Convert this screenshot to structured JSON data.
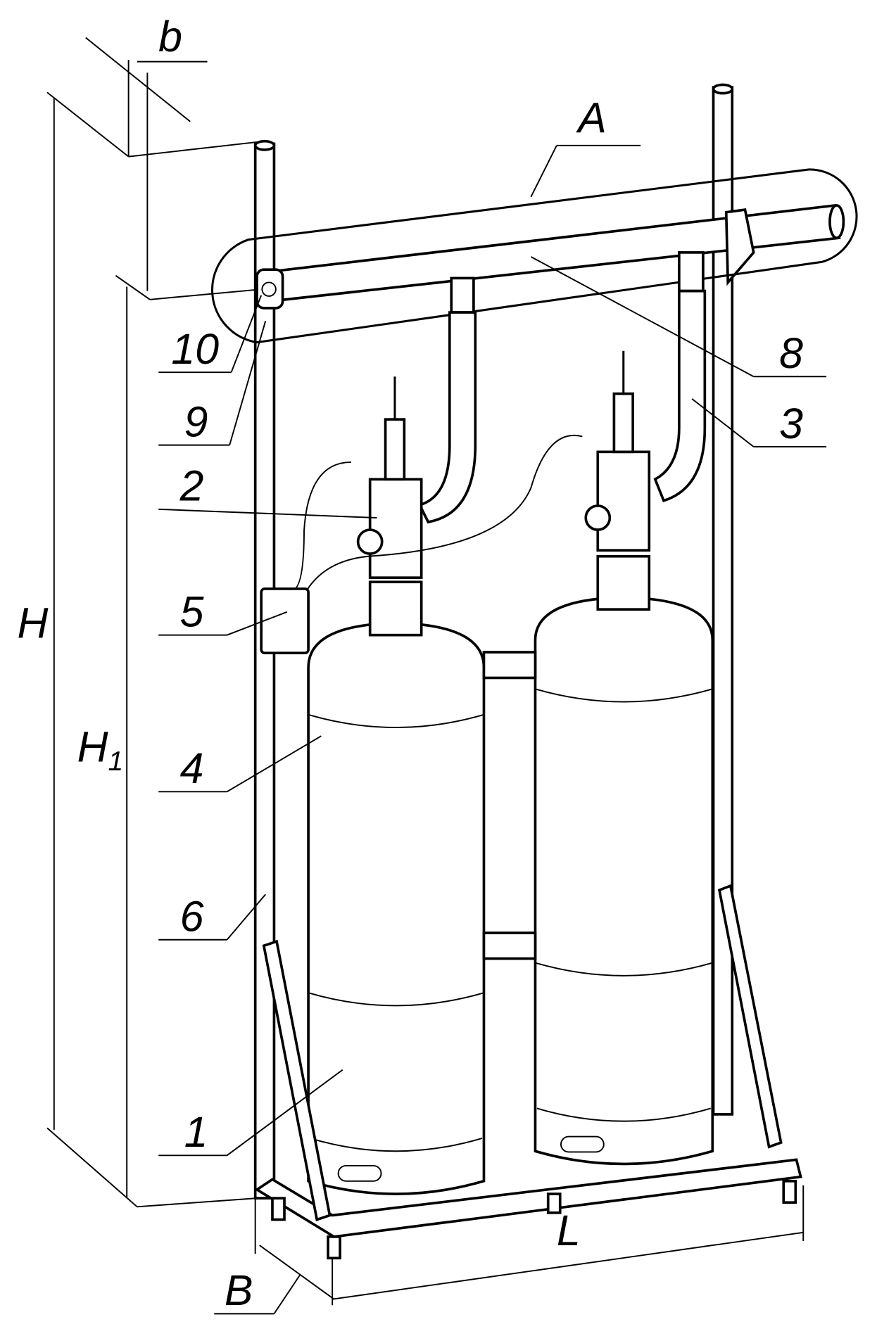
{
  "figure": {
    "dimension_labels": {
      "b": "b",
      "H": "H",
      "H1_main": "H",
      "H1_sub": "1",
      "B": "B",
      "L": "L"
    },
    "callout": "A",
    "part_labels": [
      "10",
      "9",
      "8",
      "3",
      "2",
      "5",
      "4",
      "6",
      "1"
    ]
  }
}
